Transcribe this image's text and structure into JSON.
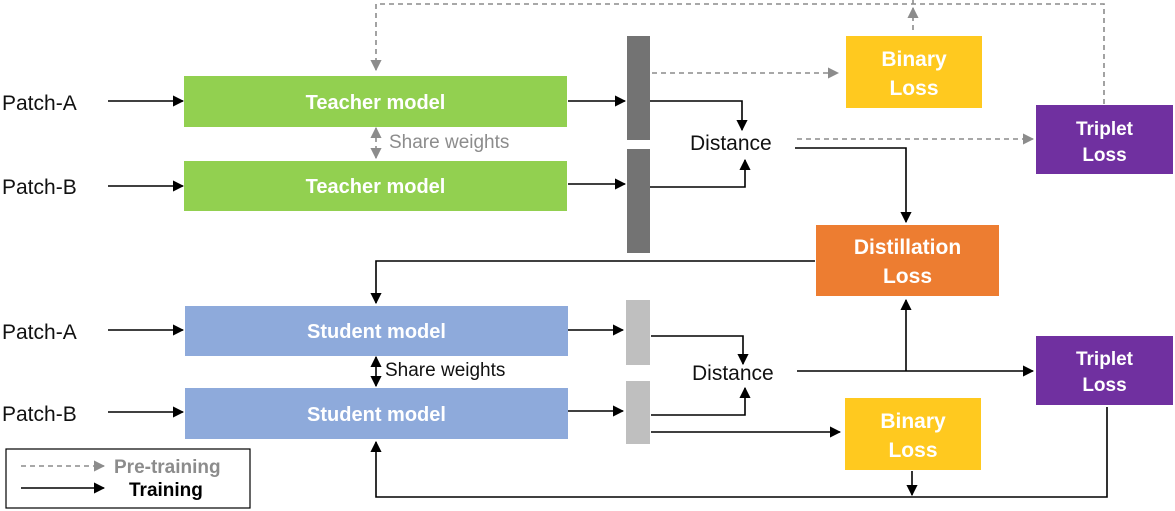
{
  "inputs": {
    "teacher_a": "Patch-A",
    "teacher_b": "Patch-B",
    "student_a": "Patch-A",
    "student_b": "Patch-B"
  },
  "models": {
    "teacher_top": "Teacher model",
    "teacher_bottom": "Teacher model",
    "student_top": "Student model",
    "student_bottom": "Student model"
  },
  "share_weights": {
    "teacher": "Share weights",
    "student": "Share weights"
  },
  "distance": {
    "teacher": "Distance",
    "student": "Distance"
  },
  "losses": {
    "binary_teacher": {
      "line1": "Binary",
      "line2": "Loss"
    },
    "triplet_teacher": {
      "line1": "Triplet",
      "line2": "Loss"
    },
    "distillation": {
      "line1": "Distillation",
      "line2": "Loss"
    },
    "triplet_student": {
      "line1": "Triplet",
      "line2": "Loss"
    },
    "binary_student": {
      "line1": "Binary",
      "line2": "Loss"
    }
  },
  "legend": {
    "pretraining": "Pre-training",
    "training": "Training"
  },
  "colors": {
    "teacher_green": "#92d050",
    "student_blue": "#8eaadb",
    "binary_yellow": "#ffc91f",
    "triplet_purple": "#7030a0",
    "distillation_orange": "#ed7d31",
    "feature_dark": "#737373",
    "feature_light": "#bfbfbf",
    "pretrain_gray": "#8c8c8c",
    "train_black": "#000000"
  }
}
